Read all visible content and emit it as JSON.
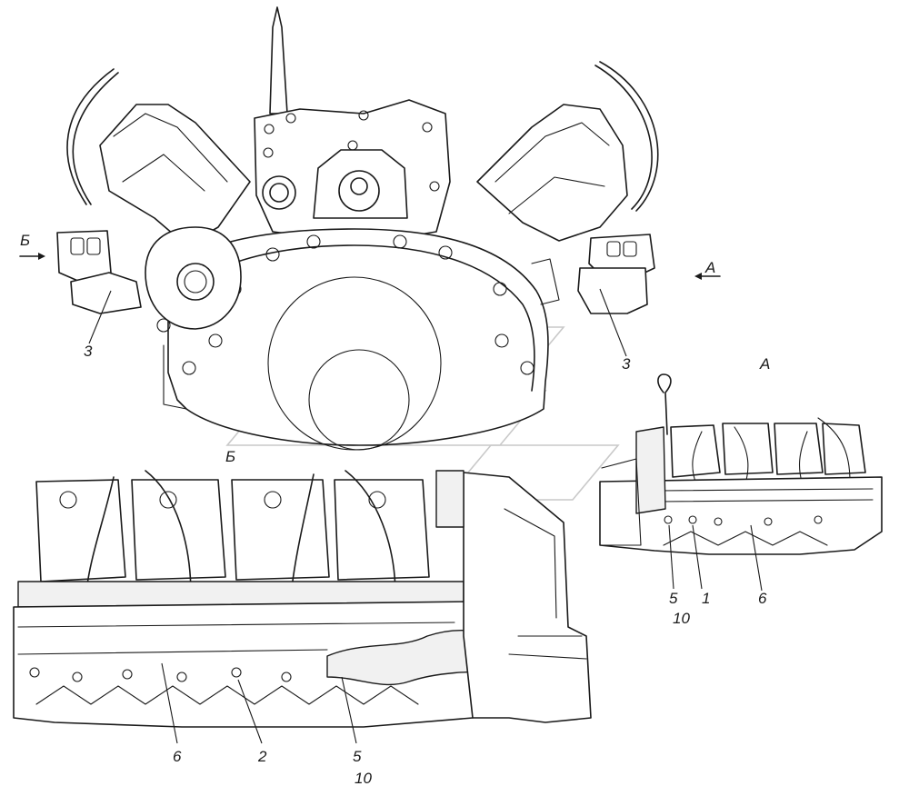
{
  "view_labels": {
    "view_a_arrow": "А",
    "view_b_arrow": "Б",
    "view_a_title": "А",
    "view_b_title": "Б"
  },
  "callouts": {
    "front_left": "3",
    "front_right": "3",
    "a_5": "5",
    "a_10": "10",
    "a_1": "1",
    "a_6": "6",
    "b_6": "6",
    "b_2": "2",
    "b_5": "5",
    "b_10": "10"
  }
}
